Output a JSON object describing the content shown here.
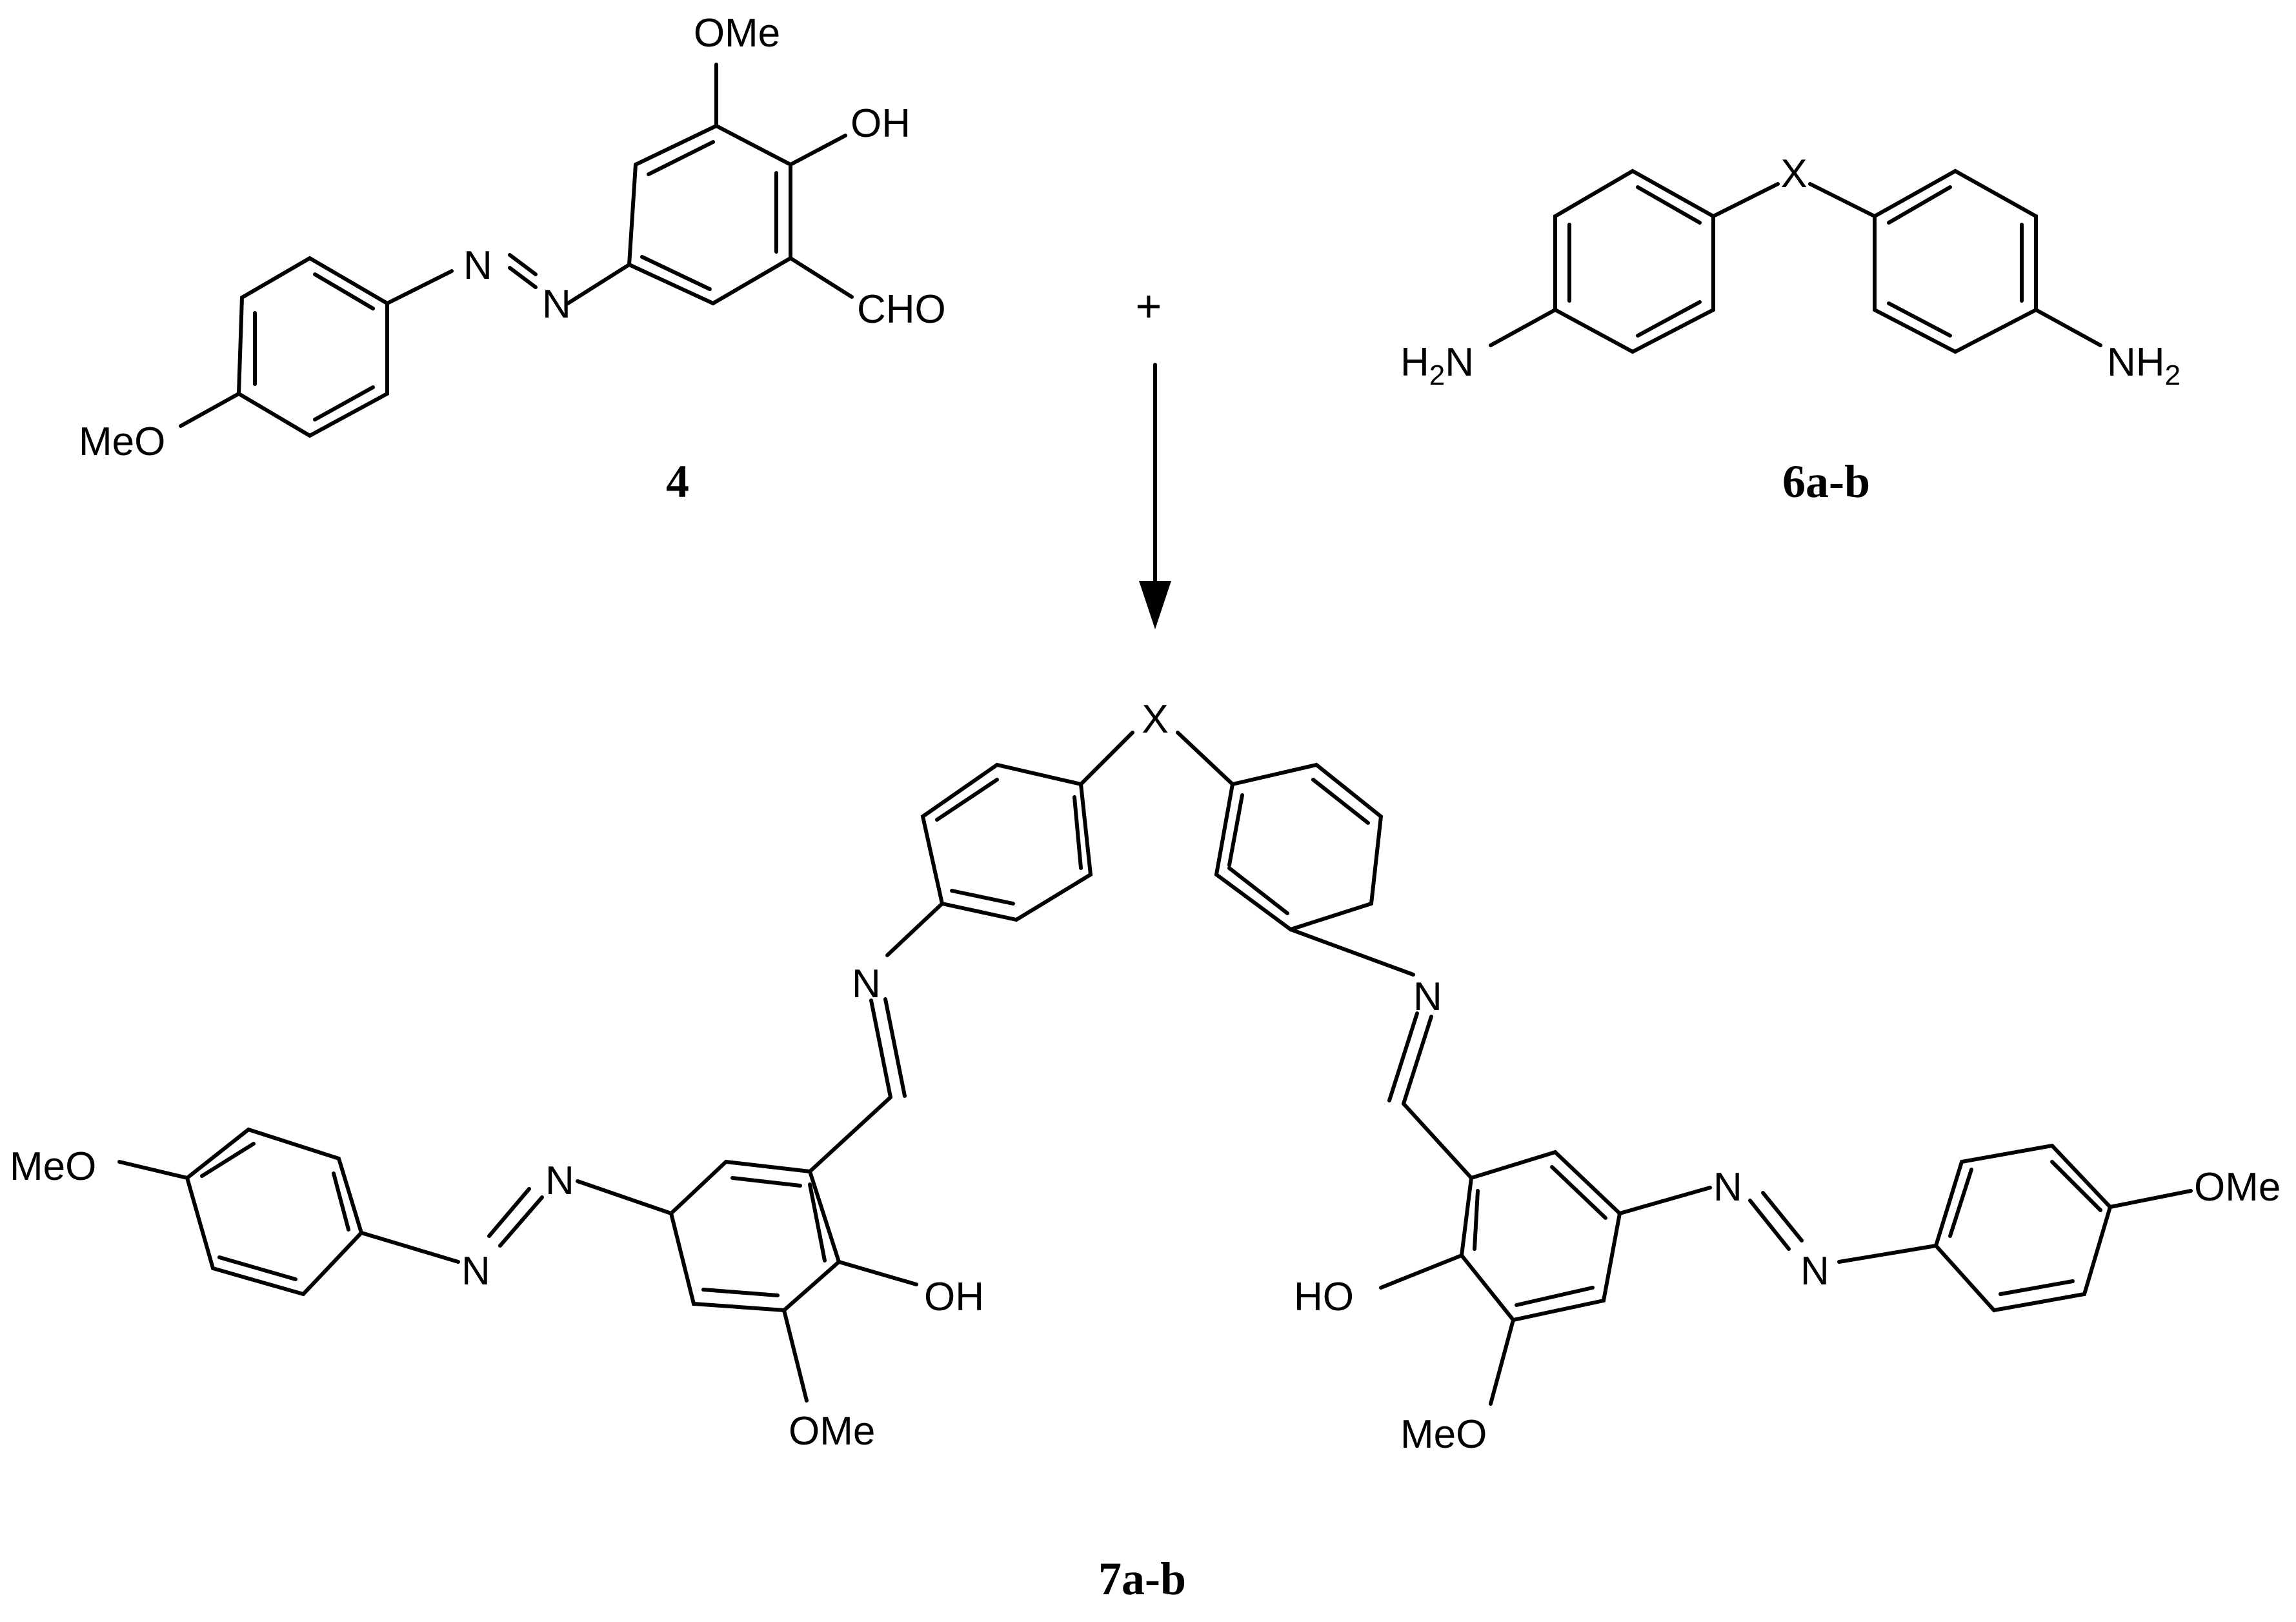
{
  "scheme": {
    "reactant_aldehyde": {
      "label": "4",
      "groups": {
        "ome_top": "OMe",
        "oh": "OH",
        "cho": "CHO",
        "meo": "MeO",
        "azo_n1": "N",
        "azo_n2": "N"
      }
    },
    "plus_sign": "+",
    "reactant_diamine": {
      "label": "6a-b",
      "groups": {
        "bridge": "X",
        "amine_left_main": "H",
        "amine_left_sub": "2",
        "amine_left_n": "N",
        "amine_right_main": "NH",
        "amine_right_sub": "2"
      }
    },
    "product": {
      "label": "7a-b",
      "groups": {
        "bridge": "X",
        "left_imine_n": "N",
        "right_imine_n": "N",
        "left_meo": "MeO",
        "left_azo_n1": "N",
        "left_azo_n2": "N",
        "left_oh": "OH",
        "left_ome": "OMe",
        "right_ho": "HO",
        "right_meo_bottom": "MeO",
        "right_azo_n1": "N",
        "right_azo_n2": "N",
        "right_ome": "OMe"
      }
    }
  }
}
